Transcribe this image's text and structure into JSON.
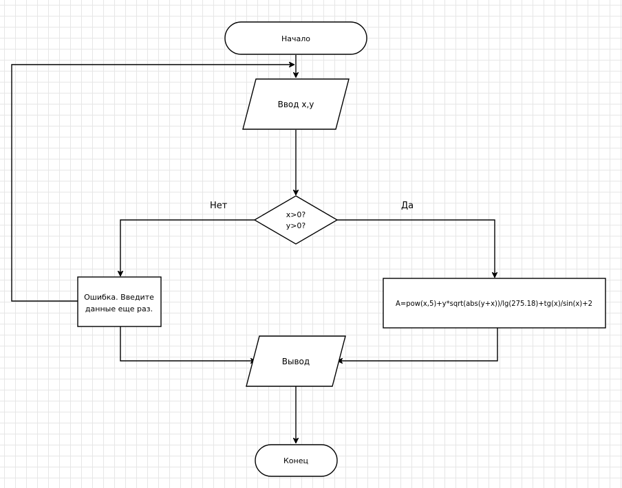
{
  "diagram": {
    "nodes": {
      "start": "Начало",
      "input": "Ввод x,y",
      "condition": [
        "x>0?",
        "y>0?"
      ],
      "error": [
        "Ошибка. Введите",
        "данные еще раз."
      ],
      "formula": "A=pow(x,5)+y*sqrt(abs(y+x))/lg(275.18)+tg(x)/sin(x)+2",
      "output": "Вывод",
      "end": "Конец"
    },
    "edge_labels": {
      "no": "Нет",
      "yes": "Да"
    }
  }
}
